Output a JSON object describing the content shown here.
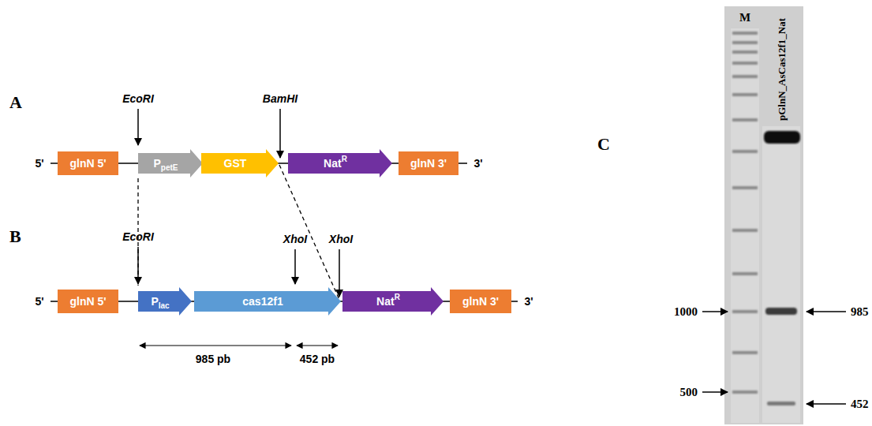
{
  "diagram": {
    "nodes": [
      {
        "text": [
          "glnN 5'"
        ]
      },
      {
        "text": [
          "P",
          "petE"
        ]
      },
      {
        "text": [
          "GST"
        ]
      },
      {
        "text": [
          "Nat",
          "R"
        ]
      },
      {
        "text": [
          "glnN 3'"
        ]
      },
      {
        "text": [
          "glnN 5'"
        ]
      },
      {
        "text": [
          "P",
          "lac"
        ]
      },
      {
        "text": [
          "cas12f1"
        ]
      },
      {
        "text": [
          "Nat",
          "R"
        ]
      },
      {
        "text": [
          "glnN 3'"
        ]
      }
    ],
    "labels": [
      "A",
      "EcoRI",
      "BamHI",
      "5'",
      "3'",
      "B",
      "EcoRI",
      "XhoI",
      "XhoI",
      "5'",
      "3'",
      "985 pb",
      "452 pb",
      "C",
      "M",
      "pGlnN_AsCas12f1_Nat",
      "1000",
      "500",
      "985",
      "452"
    ]
  }
}
